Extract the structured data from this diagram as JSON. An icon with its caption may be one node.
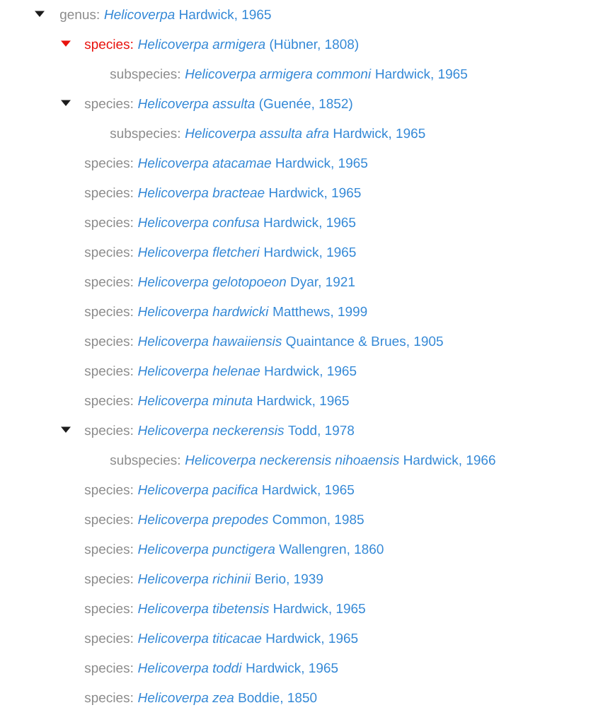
{
  "diagram": {
    "labels": [
      "genus:",
      "*Helicoverpa* Hardwick, 1965",
      "species:",
      "*Helicoverpa armigera* (Hübner, 1808)",
      "subspecies:",
      "*Helicoverpa armigera commoni* Hardwick, 1965",
      "species:",
      "*Helicoverpa assulta* (Guenée, 1852)",
      "subspecies:",
      "*Helicoverpa assulta afra* Hardwick, 1965",
      "species:",
      "*Helicoverpa atacamae* Hardwick, 1965",
      "species:",
      "*Helicoverpa bracteae* Hardwick, 1965",
      "species:",
      "*Helicoverpa confusa* Hardwick, 1965",
      "species:",
      "*Helicoverpa fletcheri* Hardwick, 1965",
      "species:",
      "*Helicoverpa gelotopoeon* Dyar, 1921",
      "species:",
      "*Helicoverpa hardwicki* Matthews, 1999",
      "species:",
      "*Helicoverpa hawaiiensis* Quaintance & Brues, 1905",
      "species:",
      "*Helicoverpa helenae* Hardwick, 1965",
      "species:",
      "*Helicoverpa minuta* Hardwick, 1965",
      "species:",
      "*Helicoverpa neckerensis* Todd, 1978",
      "subspecies:",
      "*Helicoverpa neckerensis nihoaensis* Hardwick, 1966",
      "species:",
      "*Helicoverpa pacifica* Hardwick, 1965",
      "species:",
      "*Helicoverpa prepodes* Common, 1985",
      "species:",
      "*Helicoverpa punctigera* Wallengren, 1860",
      "species:",
      "*Helicoverpa richinii* Berio, 1939",
      "species:",
      "*Helicoverpa tibetensis* Hardwick, 1965",
      "species:",
      "*Helicoverpa titicacae* Hardwick, 1965",
      "species:",
      "*Helicoverpa toddi* Hardwick, 1965",
      "species:",
      "*Helicoverpa zea* Boddie, 1850"
    ]
  }
}
